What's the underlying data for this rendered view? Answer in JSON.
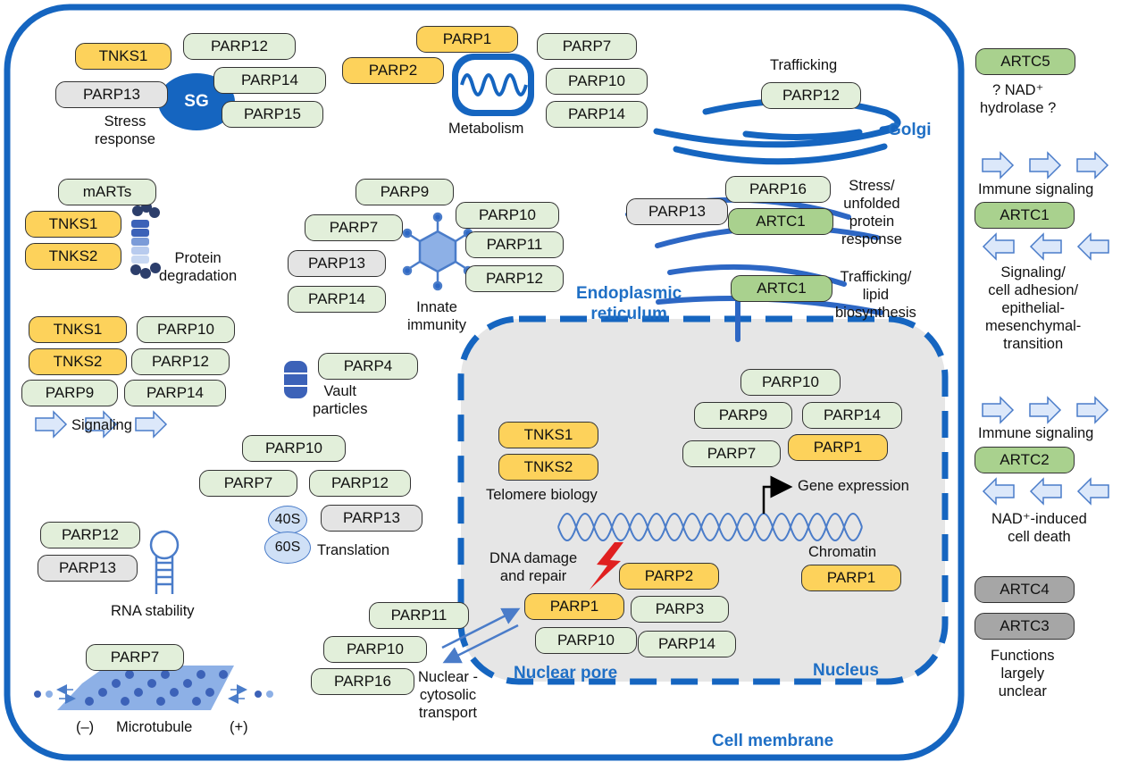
{
  "pills": {
    "p1": "TNKS1",
    "p2": "PARP12",
    "p3": "PARP13",
    "p4": "PARP14",
    "p5": "PARP15",
    "p6": "PARP1",
    "p7": "PARP2",
    "p8": "PARP7",
    "p9": "PARP10",
    "p10": "PARP14",
    "p11": "PARP12",
    "p12": "mARTs",
    "p13": "TNKS1",
    "p14": "TNKS2",
    "p15": "PARP9",
    "p16": "PARP7",
    "p17": "PARP10",
    "p18": "PARP11",
    "p19": "PARP13",
    "p20": "PARP12",
    "p21": "PARP14",
    "p22": "PARP16",
    "p23": "PARP13",
    "p24": "ARTC1",
    "p25": "ARTC1",
    "p26": "TNKS1",
    "p27": "PARP10",
    "p28": "TNKS2",
    "p29": "PARP12",
    "p30": "PARP9",
    "p31": "PARP14",
    "p32": "PARP4",
    "p33": "PARP10",
    "p34": "PARP7",
    "p35": "PARP12",
    "p36": "PARP13",
    "p37": "PARP12",
    "p38": "PARP13",
    "p39": "PARP7",
    "p40": "PARP11",
    "p41": "PARP10",
    "p42": "PARP16",
    "p43": "TNKS1",
    "p44": "TNKS2",
    "p45": "PARP10",
    "p46": "PARP9",
    "p47": "PARP14",
    "p48": "PARP7",
    "p49": "PARP1",
    "p50": "PARP2",
    "p51": "PARP1",
    "p52": "PARP3",
    "p53": "PARP10",
    "p54": "PARP14",
    "p55": "PARP1",
    "p56": "ARTC5",
    "p57": "ARTC1",
    "p58": "ARTC2",
    "p59": "ARTC4",
    "p60": "ARTC3"
  },
  "labels": {
    "stress_response": "Stress\nresponse",
    "sg": "SG",
    "metabolism": "Metabolism",
    "trafficking": "Trafficking",
    "golgi": "Golgi",
    "stress_upr": "Stress/\nunfolded\nprotein\nresponse",
    "protein_degradation": "Protein\ndegradation",
    "innate_immunity": "Innate\nimmunity",
    "er": "Endoplasmic\nreticulum",
    "trafficking_lipid": "Trafficking/\nlipid\nbiosynthesis",
    "signaling": "Signaling",
    "vault": "Vault\nparticles",
    "ribo_40s": "40S",
    "ribo_60s": "60S",
    "translation": "Translation",
    "rna_stability": "RNA stability",
    "microtubule": "Microtubule",
    "minus": "(–)",
    "plus": "(+)",
    "transport": "Nuclear -\ncytosolic\ntransport",
    "telomere": "Telomere biology",
    "gene_expression": "Gene expression",
    "chromatin": "Chromatin",
    "dna_damage": "DNA damage\nand repair",
    "nuclear_pore": "Nuclear pore",
    "nucleus": "Nucleus",
    "cell_membrane": "Cell membrane",
    "nad_hydrolase": "? NAD⁺\nhydrolase ?",
    "immune_signaling_1": "Immune signaling",
    "signaling_adhesion": "Signaling/\ncell adhesion/\nepithelial-\nmesenchymal-\ntransition",
    "immune_signaling_2": "Immune signaling",
    "nad_death": "NAD⁺-induced\ncell death",
    "unclear": "Functions\nlargely\nunclear"
  },
  "colors": {
    "poly_parp": "#fdd25b",
    "mono_parp": "#e2efda",
    "artc": "#a9d18e",
    "parp13": "#e4e4e4",
    "artc_unclear": "#a6a6a6",
    "structure_blue": "#1565c0",
    "label_blue": "#1f6fc5",
    "nucleus_fill": "#e6e6e6",
    "arrow_fill": "#dce8fa"
  }
}
